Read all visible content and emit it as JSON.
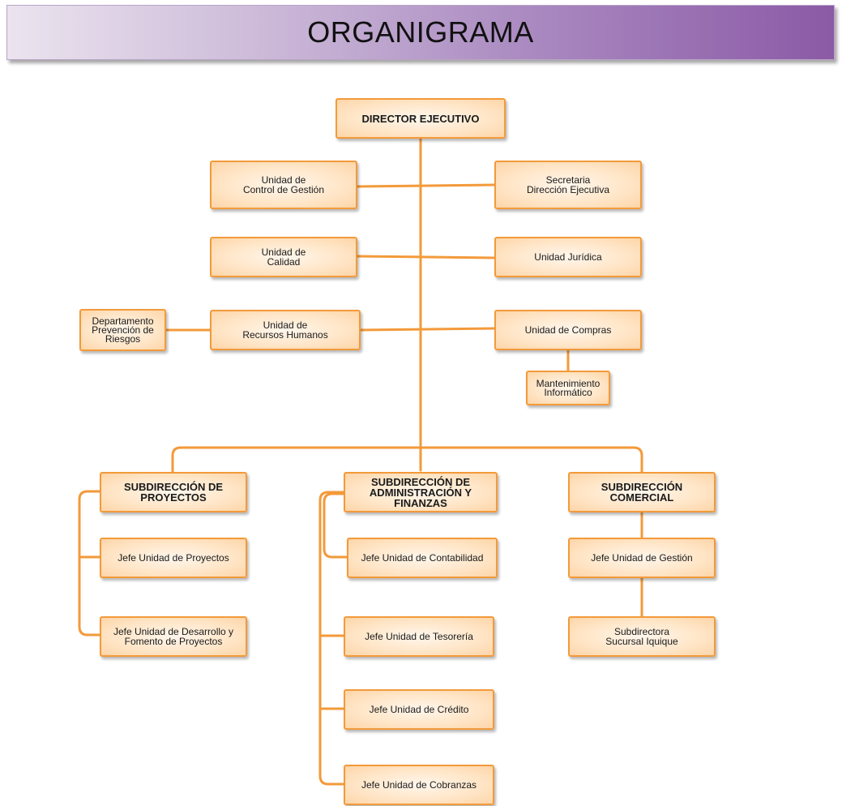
{
  "title": "ORGANIGRAMA",
  "nodes": {
    "director": "DIRECTOR EJECUTIVO",
    "control_gestion": "Unidad de\nControl de Gestión",
    "secretaria": "Secretaria\nDirección  Ejecutiva",
    "calidad": "Unidad de\nCalidad",
    "juridica": "Unidad Jurídica",
    "prevencion": "Departamento\nPrevención de\nRiesgos",
    "rrhh": "Unidad de\nRecursos Humanos",
    "compras": "Unidad de Compras",
    "mantenimiento": "Mantenimiento\nInformático",
    "sub_proyectos": "SUBDIRECCIÓN DE\nPROYECTOS",
    "sub_admin": "SUBDIRECCIÓN DE\nADMINISTRACIÓN Y\nFINANZAS",
    "sub_comercial": "SUBDIRECCIÓN\nCOMERCIAL",
    "jefe_proyectos": "Jefe Unidad de Proyectos",
    "jefe_desarrollo": "Jefe Unidad de Desarrollo y\nFomento de Proyectos",
    "jefe_contabilidad": "Jefe Unidad de Contabilidad",
    "jefe_tesoreria": "Jefe Unidad de Tesorería",
    "jefe_credito": "Jefe Unidad de Crédito",
    "jefe_cobranzas": "Jefe Unidad de Cobranzas",
    "jefe_gestion": "Jefe Unidad de Gestión",
    "subdirectora_iquique": "Subdirectora\nSucursal Iquique"
  },
  "colors": {
    "node_border": "#f39a3a",
    "connector": "#f39a3a",
    "banner_start": "#ebe4ef",
    "banner_end": "#8b5aa6"
  }
}
